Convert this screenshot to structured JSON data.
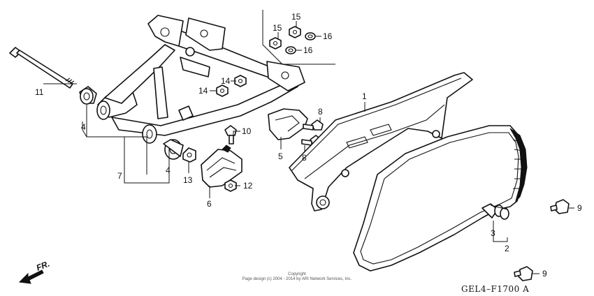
{
  "callouts": {
    "c1": "1",
    "c2": "2",
    "c3": "3",
    "c4a": "4",
    "c4b": "4",
    "c5": "5",
    "c6": "6",
    "c7": "7",
    "c8a": "8",
    "c8b": "8",
    "c9a": "9",
    "c9b": "9",
    "c10": "10",
    "c11": "11",
    "c12": "12",
    "c13": "13",
    "c14a": "14",
    "c14b": "14",
    "c15a": "15",
    "c15b": "15",
    "c16a": "16",
    "c16b": "16"
  },
  "direction_label": "FR.",
  "diagram_code": "GEL4–F1700 A",
  "copyright": {
    "line1": "Copyright",
    "line2": "Page design (c) 2004 - 2014 by ARI Network Services, Inc."
  }
}
